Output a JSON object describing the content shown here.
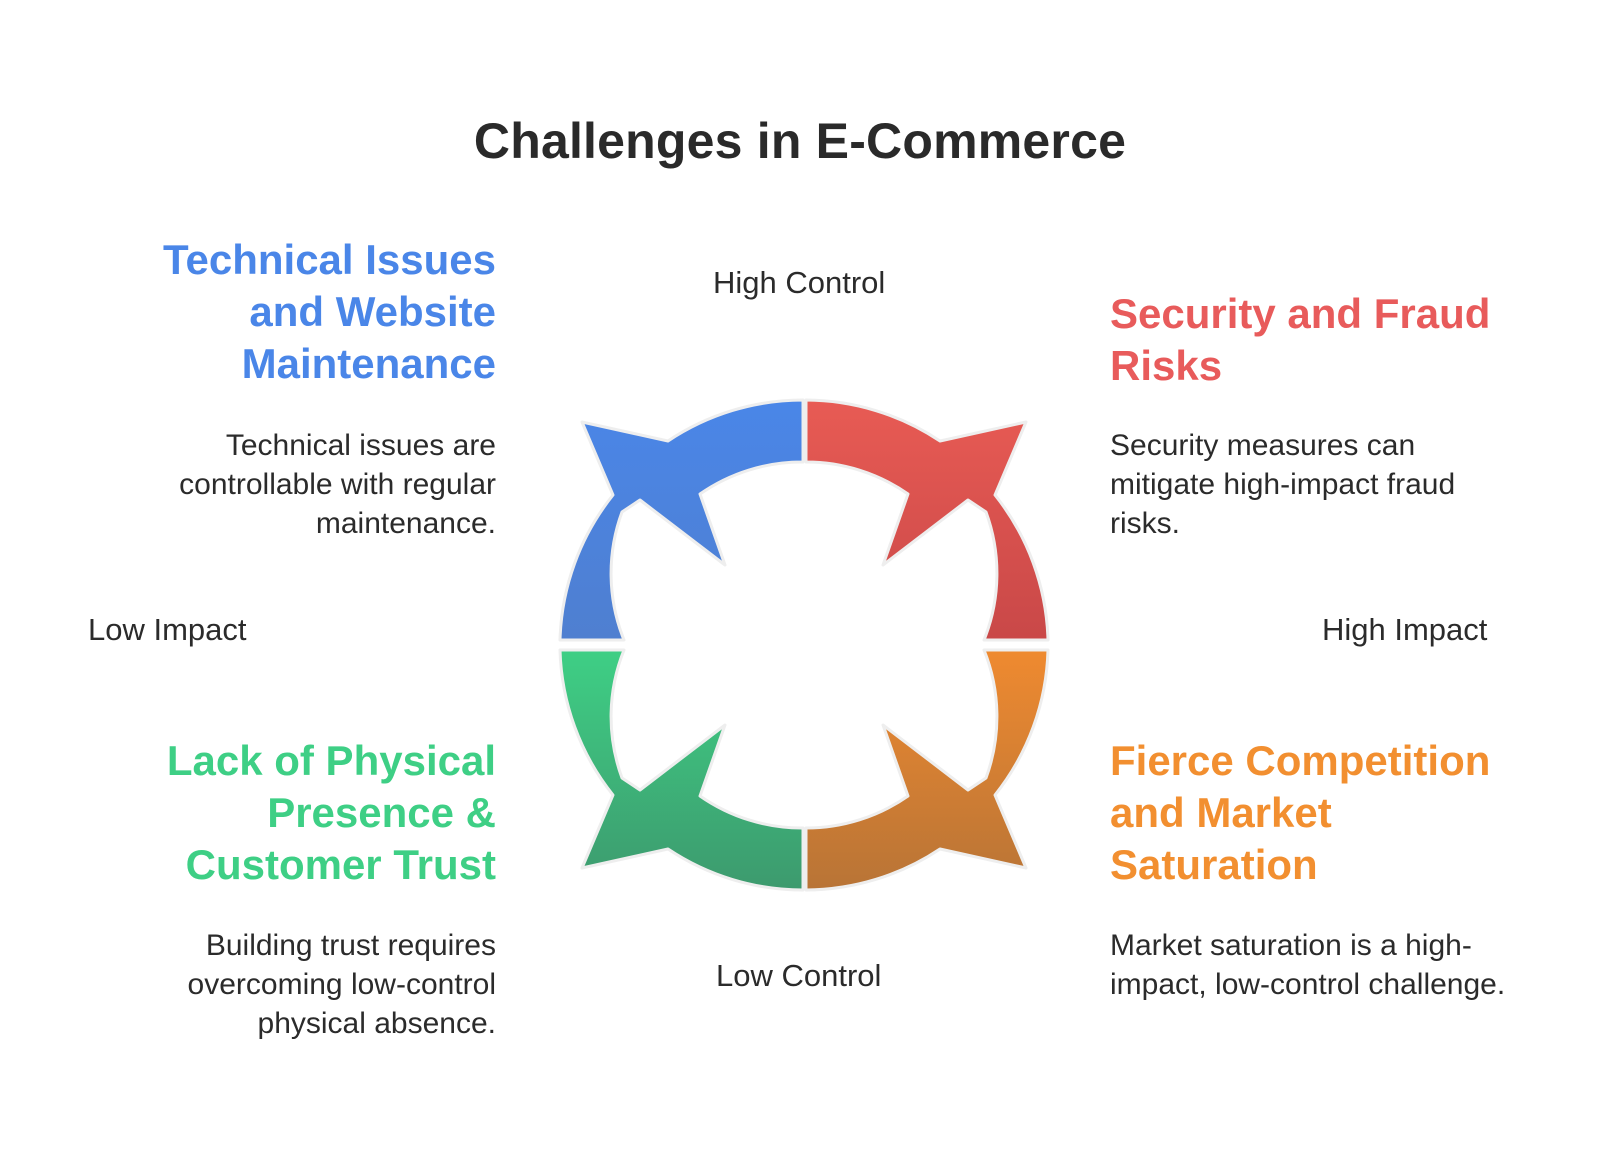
{
  "title": "Challenges in E-Commerce",
  "axes": {
    "top": "High Control",
    "bottom": "Low Control",
    "left": "Low Impact",
    "right": "High Impact"
  },
  "quadrants": {
    "top_left": {
      "title": "Technical Issues and Website Maintenance",
      "description": "Technical issues are controllable with regular maintenance.",
      "color": "#4a86e8"
    },
    "top_right": {
      "title": "Security and Fraud Risks",
      "description": "Security measures can mitigate high-impact fraud risks.",
      "color": "#e85b5b"
    },
    "bottom_left": {
      "title": "Lack of Physical Presence & Customer Trust",
      "description": "Building trust requires overcoming low-control physical absence.",
      "color": "#3ecf85"
    },
    "bottom_right": {
      "title": "Fierce Competition and Market Saturation",
      "description": "Market saturation is a high-impact, low-control challenge.",
      "color": "#f28f30"
    }
  }
}
